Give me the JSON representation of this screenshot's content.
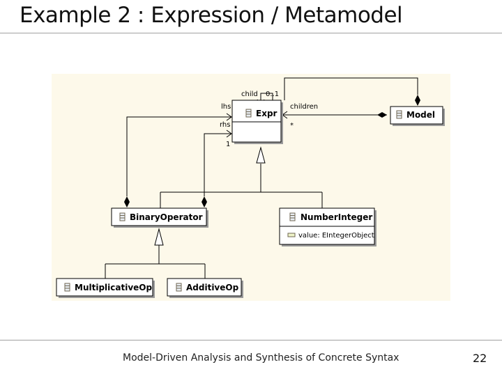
{
  "slide": {
    "title": "Example 2 : Expression / Metamodel",
    "footer": "Model-Driven Analysis and Synthesis of Concrete Syntax",
    "page_number": "22"
  },
  "diagram": {
    "classes": {
      "expr": "Expr",
      "model": "Model",
      "binary_operator": "BinaryOperator",
      "number_integer": "NumberInteger",
      "multiplicative_op": "MultiplicativeOp",
      "additive_op": "AdditiveOp"
    },
    "attributes": {
      "number_integer_value": "value: EIntegerObject"
    },
    "labels": {
      "child": "child",
      "child_mult": "0..1",
      "lhs": "lhs",
      "rhs": "rhs",
      "children": "children",
      "children_mult": "*",
      "one": "1"
    }
  },
  "colors": {
    "canvas": "#fdf9ea",
    "class_fill": "#ffffff",
    "line": "#000000"
  }
}
